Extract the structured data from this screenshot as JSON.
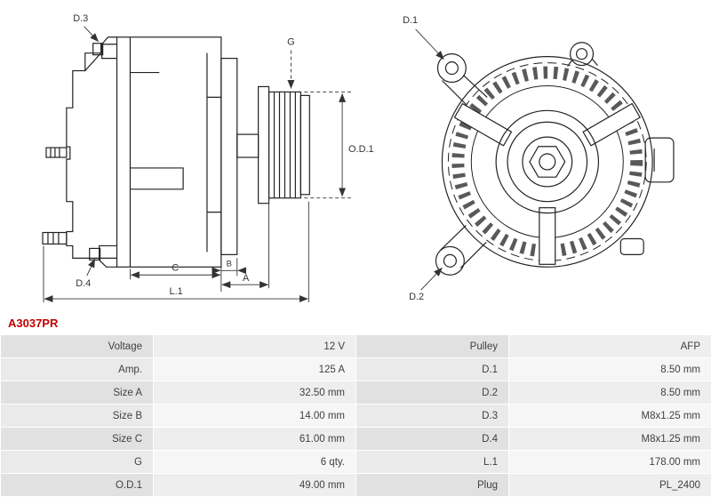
{
  "part_number": "A3037PR",
  "accent_color": "#c00000",
  "diagram": {
    "labels": {
      "d3": "D.3",
      "g": "G",
      "od1": "O.D.1",
      "d4": "D.4",
      "c": "C",
      "b": "B",
      "a": "A",
      "l1": "L.1",
      "d1": "D.1",
      "d2": "D.2"
    }
  },
  "table": {
    "rows": [
      {
        "label_left": "Voltage",
        "value_left": "12 V",
        "label_right": "Pulley",
        "value_right": "AFP"
      },
      {
        "label_left": "Amp.",
        "value_left": "125 A",
        "label_right": "D.1",
        "value_right": "8.50 mm"
      },
      {
        "label_left": "Size A",
        "value_left": "32.50 mm",
        "label_right": "D.2",
        "value_right": "8.50 mm"
      },
      {
        "label_left": "Size B",
        "value_left": "14.00 mm",
        "label_right": "D.3",
        "value_right": "M8x1.25 mm"
      },
      {
        "label_left": "Size C",
        "value_left": "61.00 mm",
        "label_right": "D.4",
        "value_right": "M8x1.25 mm"
      },
      {
        "label_left": "G",
        "value_left": "6 qty.",
        "label_right": "L.1",
        "value_right": "178.00 mm"
      },
      {
        "label_left": "O.D.1",
        "value_left": "49.00 mm",
        "label_right": "Plug",
        "value_right": "PL_2400"
      }
    ]
  }
}
